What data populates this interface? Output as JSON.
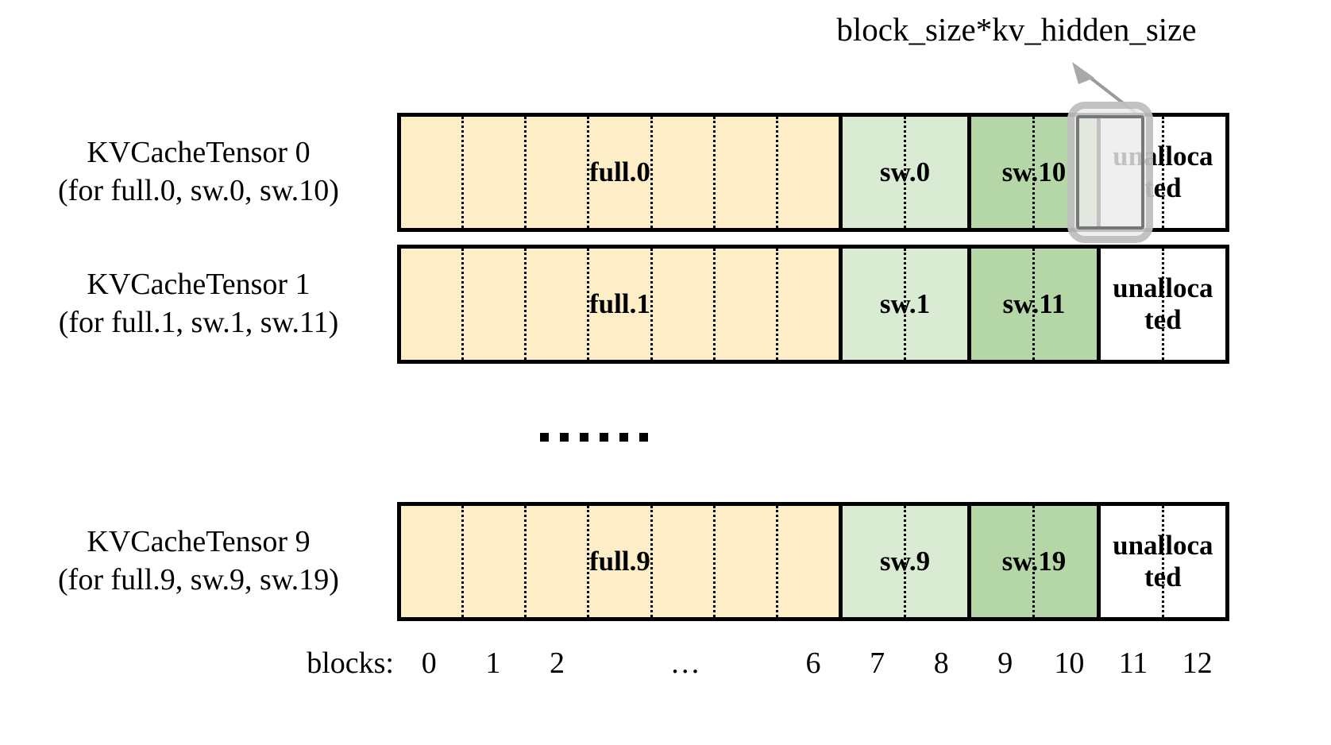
{
  "annotation": {
    "callout_text": "block_size*kv_hidden_size",
    "arrow_icon": "arrow-up-left-icon",
    "highlight_target_block": "11"
  },
  "colors": {
    "full_block": "#fdeec8",
    "sw_light_block": "#d9ebd3",
    "sw_dark_block": "#b5d6a7",
    "unallocated_block": "#ffffff",
    "outline": "#000000",
    "highlight_fill": "#ebebeb",
    "highlight_border": "#aaaaaa"
  },
  "rows": [
    {
      "title": "KVCacheTensor 0",
      "subtitle": "(for full.0, sw.0, sw.10)",
      "segments": [
        {
          "label": "full.0",
          "blocks": 7,
          "fill": "full"
        },
        {
          "label": "sw.0",
          "blocks": 2,
          "fill": "sw_light"
        },
        {
          "label": "sw.10",
          "blocks": 2,
          "fill": "sw_dark"
        },
        {
          "label": "unalloca ted",
          "blocks": 2,
          "fill": "unallocated"
        }
      ]
    },
    {
      "title": "KVCacheTensor 1",
      "subtitle": "(for full.1, sw.1, sw.11)",
      "segments": [
        {
          "label": "full.1",
          "blocks": 7,
          "fill": "full"
        },
        {
          "label": "sw.1",
          "blocks": 2,
          "fill": "sw_light"
        },
        {
          "label": "sw.11",
          "blocks": 2,
          "fill": "sw_dark"
        },
        {
          "label": "unalloca ted",
          "blocks": 2,
          "fill": "unallocated"
        }
      ]
    },
    {
      "title": "KVCacheTensor 9",
      "subtitle": "(for full.9, sw.9, sw.19)",
      "segments": [
        {
          "label": "full.9",
          "blocks": 7,
          "fill": "full"
        },
        {
          "label": "sw.9",
          "blocks": 2,
          "fill": "sw_light"
        },
        {
          "label": "sw.19",
          "blocks": 2,
          "fill": "sw_dark"
        },
        {
          "label": "unalloca ted",
          "blocks": 2,
          "fill": "unallocated"
        }
      ]
    }
  ],
  "ellipsis": {
    "dot_count": 6
  },
  "blocks_axis": {
    "caption": "blocks:",
    "ticks": [
      "0",
      "1",
      "2",
      "…",
      "6",
      "7",
      "8",
      "9",
      "10",
      "11",
      "12"
    ]
  }
}
